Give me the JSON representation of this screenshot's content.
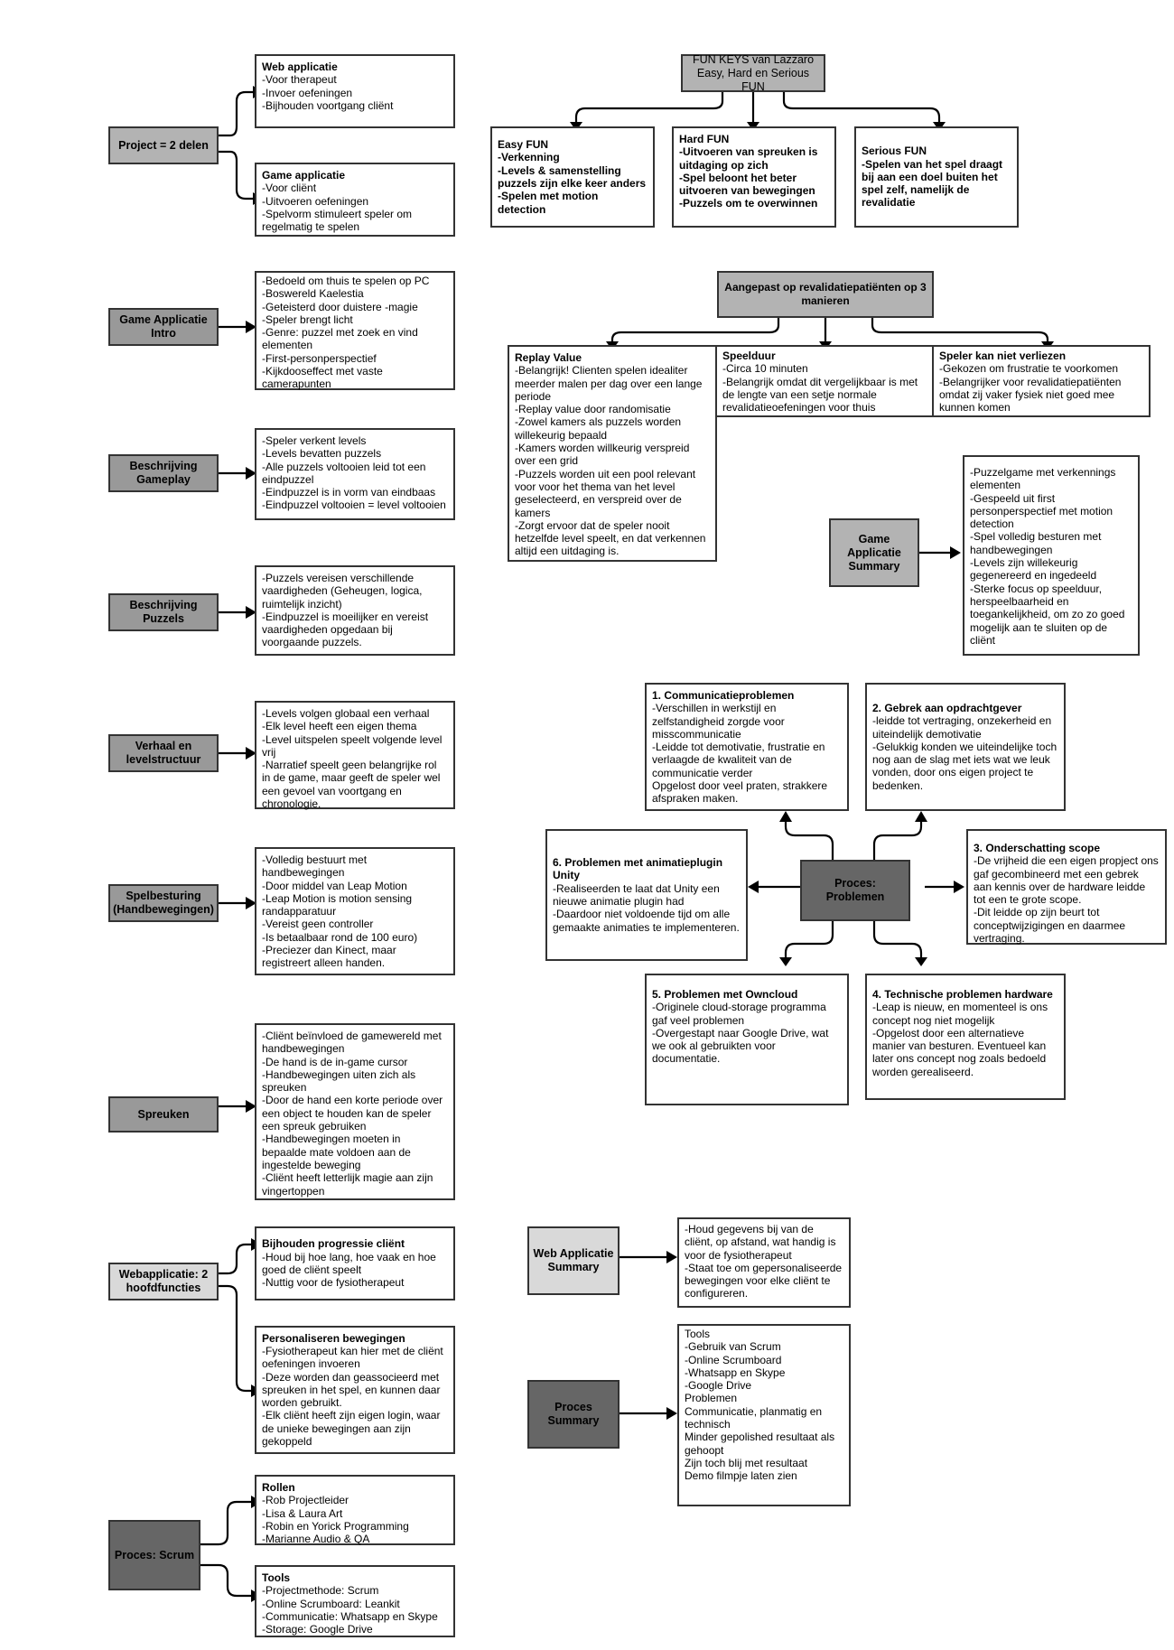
{
  "project": {
    "node": "Project = 2 delen",
    "web": {
      "title": "Web applicatie",
      "lines": [
        "-Voor therapeut",
        "-Invoer oefeningen",
        "-Bijhouden voortgang cliënt"
      ]
    },
    "game": {
      "title": "Game applicatie",
      "lines": [
        "-Voor cliënt",
        "-Uitvoeren oefeningen",
        "-Spelvorm stimuleert speler om regelmatig te spelen"
      ]
    }
  },
  "fun": {
    "node": "FUN KEYS van Lazzaro\nEasy, Hard en Serious FUN",
    "easy": {
      "title": "Easy FUN",
      "lines": [
        "-Verkenning",
        "-Levels & samenstelling puzzels zijn elke keer anders",
        "-Spelen met motion detection"
      ]
    },
    "hard": {
      "title": "Hard FUN",
      "lines": [
        "-Uitvoeren van spreuken is uitdaging op zich",
        "-Spel beloont het beter uitvoeren van bewegingen",
        "-Puzzels om te overwinnen"
      ]
    },
    "serious": {
      "title": "Serious FUN",
      "lines": [
        "-Spelen van het spel draagt bij aan een doel buiten het spel zelf, namelijk de revalidatie"
      ]
    }
  },
  "intro": {
    "node": "Game Applicatie Intro",
    "lines": [
      "-Bedoeld om thuis te spelen op PC",
      "-Boswereld Kaelestia",
      "-Geteisterd door duistere -magie",
      "-Speler brengt licht",
      "-Genre: puzzel met zoek en vind elementen",
      "-First-personperspectief",
      "-Kijkdooseffect met vaste camerapunten"
    ]
  },
  "gameplay": {
    "node": "Beschrijving Gameplay",
    "lines": [
      "-Speler verkent levels",
      "-Levels bevatten puzzels",
      "-Alle puzzels voltooien leid tot een eindpuzzel",
      "-Eindpuzzel is in vorm van eindbaas",
      "-Eindpuzzel voltooien = level voltooien"
    ]
  },
  "puzzels": {
    "node": "Beschrijving Puzzels",
    "lines": [
      "-Puzzels vereisen verschillende vaardigheden (Geheugen, logica, ruimtelijk inzicht)",
      "-Eindpuzzel is moeilijker en vereist vaardigheden opgedaan bij voorgaande puzzels."
    ]
  },
  "verhaal": {
    "node": "Verhaal en levelstructuur",
    "lines": [
      "-Levels volgen globaal een verhaal",
      "-Elk level heeft een eigen thema",
      "-Level uitspelen speelt volgende level vrij",
      "-Narratief speelt geen belangrijke rol in de game, maar geeft de speler wel een gevoel van voortgang en chronologie."
    ]
  },
  "besturing": {
    "node": "Spelbesturing (Handbewegingen)",
    "lines": [
      "-Volledig bestuurt met handbewegingen",
      "-Door middel van Leap Motion",
      "-Leap Motion is motion sensing randapparatuur",
      "-Vereist geen controller",
      "-Is betaalbaar rond de 100 euro)",
      "-Preciezer dan Kinect, maar registreert alleen handen."
    ]
  },
  "spreuken": {
    "node": "Spreuken",
    "lines": [
      "-Cliënt beïnvloed de gamewereld met handbewegingen",
      "-De hand is de in-game cursor",
      "-Handbewegingen uiten zich als spreuken",
      "-Door de hand een korte periode over een object te houden kan de speler een spreuk gebruiken",
      "-Handbewegingen moeten in bepaalde mate voldoen aan de ingestelde beweging",
      "-Cliënt heeft letterlijk magie aan zijn vingertoppen"
    ]
  },
  "webapp": {
    "node": "Webapplicatie: 2 hoofdfuncties",
    "progressie": {
      "title": "Bijhouden progressie cliënt",
      "lines": [
        "-Houd bij hoe lang, hoe vaak en hoe goed de cliënt speelt",
        "-Nuttig voor de fysiotherapeut"
      ]
    },
    "personaliseren": {
      "title": "Personaliseren bewegingen",
      "lines": [
        "-Fysiotherapeut kan hier met de cliënt oefeningen invoeren",
        "-Deze worden dan geassocieerd met spreuken in het spel, en kunnen daar worden gebruikt.",
        "-Elk cliënt heeft zijn eigen login, waar de unieke bewegingen aan zijn gekoppeld"
      ]
    }
  },
  "scrum": {
    "node": "Proces: Scrum",
    "rollen": {
      "title": "Rollen",
      "lines": [
        "-Rob Projectleider",
        "-Lisa & Laura Art",
        "-Robin en Yorick Programming",
        "-Marianne Audio & QA"
      ]
    },
    "tools": {
      "title": "Tools",
      "lines": [
        "-Projectmethode: Scrum",
        "-Online Scrumboard: Leankit",
        "-Communicatie: Whatsapp en Skype",
        "-Storage: Google Drive"
      ]
    }
  },
  "aangepast": {
    "node": "Aangepast op revalidatiepatiënten op 3 manieren",
    "replay": {
      "title": "Replay Value",
      "lines": [
        "-Belangrijk! Clienten spelen idealiter meerder malen per dag over een lange periode",
        "-Replay value door randomisatie",
        "-Zowel kamers als puzzels worden willekeurig bepaald",
        "-Kamers worden willkeurig verspreid over een grid",
        "-Puzzels worden uit een pool relevant voor voor het thema van het level geselecteerd, en verspreid over de kamers",
        "-Zorgt ervoor dat de speler nooit hetzelfde level speelt, en dat verkennen altijd een uitdaging is."
      ]
    },
    "speelduur": {
      "title": "Speelduur",
      "lines": [
        "-Circa 10 minuten",
        "-Belangrijk omdat dit vergelijkbaar is met de lengte van een setje normale revalidatieoefeningen voor thuis"
      ]
    },
    "verliezen": {
      "title": "Speler kan niet verliezen",
      "lines": [
        "-Gekozen om frustratie te voorkomen",
        "-Belangrijker voor revalidatiepatiënten omdat zij vaker fysiek niet goed mee kunnen komen"
      ]
    }
  },
  "game_summary": {
    "node": "Game Applicatie Summary",
    "lines": [
      "-Puzzelgame met verkennings elementen",
      "-Gespeeld uit first personperspectief met motion detection",
      "-Spel volledig besturen met handbewegingen",
      "-Levels zijn willekeurig gegenereerd en ingedeeld",
      "-Sterke focus op speelduur, herspeelbaarheid en toegankelijkheid, om zo zo goed mogelijk aan te sluiten op de cliënt"
    ]
  },
  "problemen": {
    "node": "Proces: Problemen",
    "p1": {
      "title": "1. Communicatieproblemen",
      "lines": [
        "-Verschillen in werkstijl en zelfstandigheid zorgde voor misscommunicatie",
        "-Leidde tot demotivatie, frustratie en verlaagde de kwaliteit van de communicatie verder",
        "Opgelost door veel praten, strakkere afspraken maken."
      ]
    },
    "p2": {
      "title": "2. Gebrek aan opdrachtgever",
      "lines": [
        "-leidde tot vertraging, onzekerheid en uiteindelijk demotivatie",
        "-Gelukkig konden we uiteindelijke toch nog aan de slag met iets wat we leuk vonden, door ons eigen project te bedenken."
      ]
    },
    "p3": {
      "title": "3. Onderschatting scope",
      "lines": [
        "-De vrijheid die een eigen propject ons gaf gecombineerd met een gebrek aan kennis over de hardware leidde tot een te grote scope.",
        "-Dit leidde op zijn beurt tot conceptwijzigingen en daarmee vertraging."
      ]
    },
    "p4": {
      "title": "4. Technische problemen hardware",
      "lines": [
        "-Leap is nieuw, en momenteel is ons concept nog niet mogelijk",
        "-Opgelost door een alternatieve manier van besturen. Eventueel kan later ons concept nog zoals bedoeld worden gerealiseerd."
      ]
    },
    "p5": {
      "title": "5. Problemen met Owncloud",
      "lines": [
        "-Originele cloud-storage programma gaf veel problemen",
        "-Overgestapt naar Google Drive, wat we ook al gebruikten voor documentatie."
      ]
    },
    "p6": {
      "title": "6. Problemen met animatieplugin Unity",
      "lines": [
        "-Realiseerden te laat dat Unity een nieuwe animatie plugin had",
        "-Daardoor niet voldoende tijd om alle gemaakte animaties te implementeren."
      ]
    }
  },
  "web_summary": {
    "node": "Web Applicatie Summary",
    "lines": [
      "-Houd gegevens bij van de cliënt, op afstand, wat handig is voor de fysiotherapeut",
      "-Staat toe om gepersonaliseerde bewegingen voor elke cliënt te configureren."
    ]
  },
  "proces_summary": {
    "node": "Proces Summary",
    "lines": [
      "Tools",
      "-Gebruik van Scrum",
      "-Online Scrumboard",
      "-Whatsapp en Skype",
      "-Google Drive",
      "Problemen",
      "Communicatie, planmatig en technisch",
      "Minder gepolished resultaat als gehoopt",
      "Zijn toch blij met resultaat",
      "Demo filmpje laten zien"
    ]
  }
}
